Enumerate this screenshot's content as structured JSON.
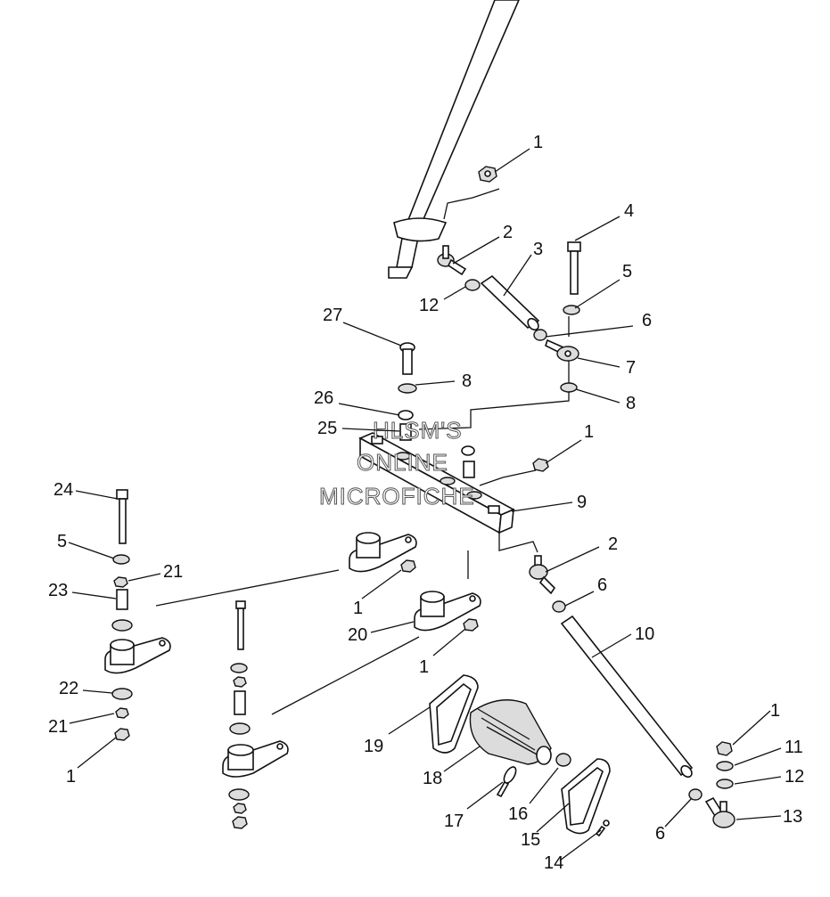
{
  "watermark": [
    "HLSM'S",
    "ONLINE",
    "MICROFICHE"
  ],
  "callouts": [
    {
      "id": "c1a",
      "text": "1"
    },
    {
      "id": "c2a",
      "text": "2"
    },
    {
      "id": "c3",
      "text": "3"
    },
    {
      "id": "c4",
      "text": "4"
    },
    {
      "id": "c5a",
      "text": "5"
    },
    {
      "id": "c12a",
      "text": "12"
    },
    {
      "id": "c27",
      "text": "27"
    },
    {
      "id": "c6a",
      "text": "6"
    },
    {
      "id": "c7",
      "text": "7"
    },
    {
      "id": "c8a",
      "text": "8"
    },
    {
      "id": "c26",
      "text": "26"
    },
    {
      "id": "c8b",
      "text": "8"
    },
    {
      "id": "c25",
      "text": "25"
    },
    {
      "id": "c1b",
      "text": "1"
    },
    {
      "id": "c9",
      "text": "9"
    },
    {
      "id": "c24",
      "text": "24"
    },
    {
      "id": "c5b",
      "text": "5"
    },
    {
      "id": "c21a",
      "text": "21"
    },
    {
      "id": "c2b",
      "text": "2"
    },
    {
      "id": "c23",
      "text": "23"
    },
    {
      "id": "c6b",
      "text": "6"
    },
    {
      "id": "c1c",
      "text": "1"
    },
    {
      "id": "c20",
      "text": "20"
    },
    {
      "id": "c10",
      "text": "10"
    },
    {
      "id": "c1d",
      "text": "1"
    },
    {
      "id": "c22",
      "text": "22"
    },
    {
      "id": "c21b",
      "text": "21"
    },
    {
      "id": "c19",
      "text": "19"
    },
    {
      "id": "c1e",
      "text": "1"
    },
    {
      "id": "c11",
      "text": "11"
    },
    {
      "id": "c1f",
      "text": "1"
    },
    {
      "id": "c18",
      "text": "18"
    },
    {
      "id": "c12b",
      "text": "12"
    },
    {
      "id": "c17",
      "text": "17"
    },
    {
      "id": "c16",
      "text": "16"
    },
    {
      "id": "c13",
      "text": "13"
    },
    {
      "id": "c6c",
      "text": "6"
    },
    {
      "id": "c15",
      "text": "15"
    },
    {
      "id": "c14",
      "text": "14"
    }
  ]
}
